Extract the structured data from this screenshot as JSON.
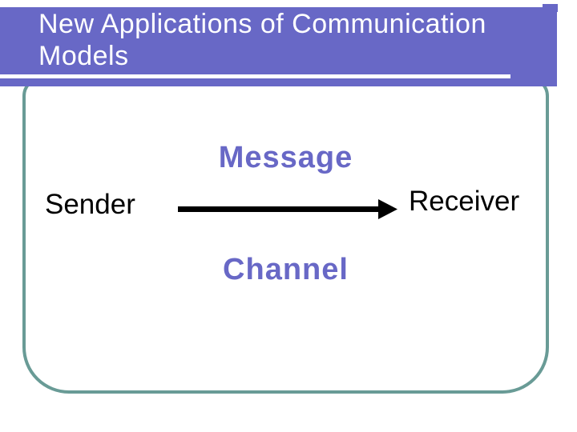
{
  "slide": {
    "title": "New Applications of Communication Models",
    "diagram": {
      "message_label": "Message",
      "sender_label": "Sender",
      "receiver_label": "Receiver",
      "channel_label": "Channel",
      "arrow_direction": "sender-to-receiver"
    },
    "colors": {
      "header_bg": "#6868C6",
      "accent_text": "#6868C6",
      "box_border": "#699B96",
      "title_text": "#FFFFFF",
      "body_text": "#000000",
      "arrow": "#000000"
    }
  }
}
